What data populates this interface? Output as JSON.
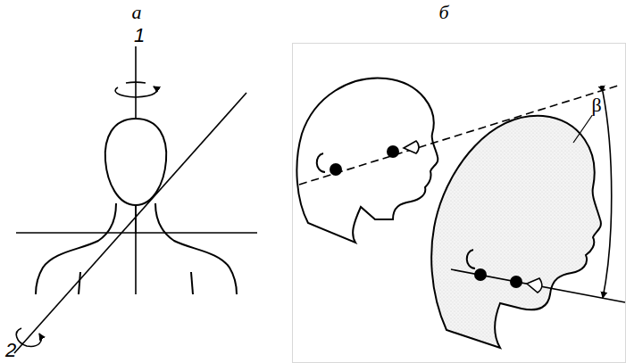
{
  "diagram": {
    "labels": [
      "а",
      "б",
      "1",
      "2",
      "β"
    ]
  }
}
